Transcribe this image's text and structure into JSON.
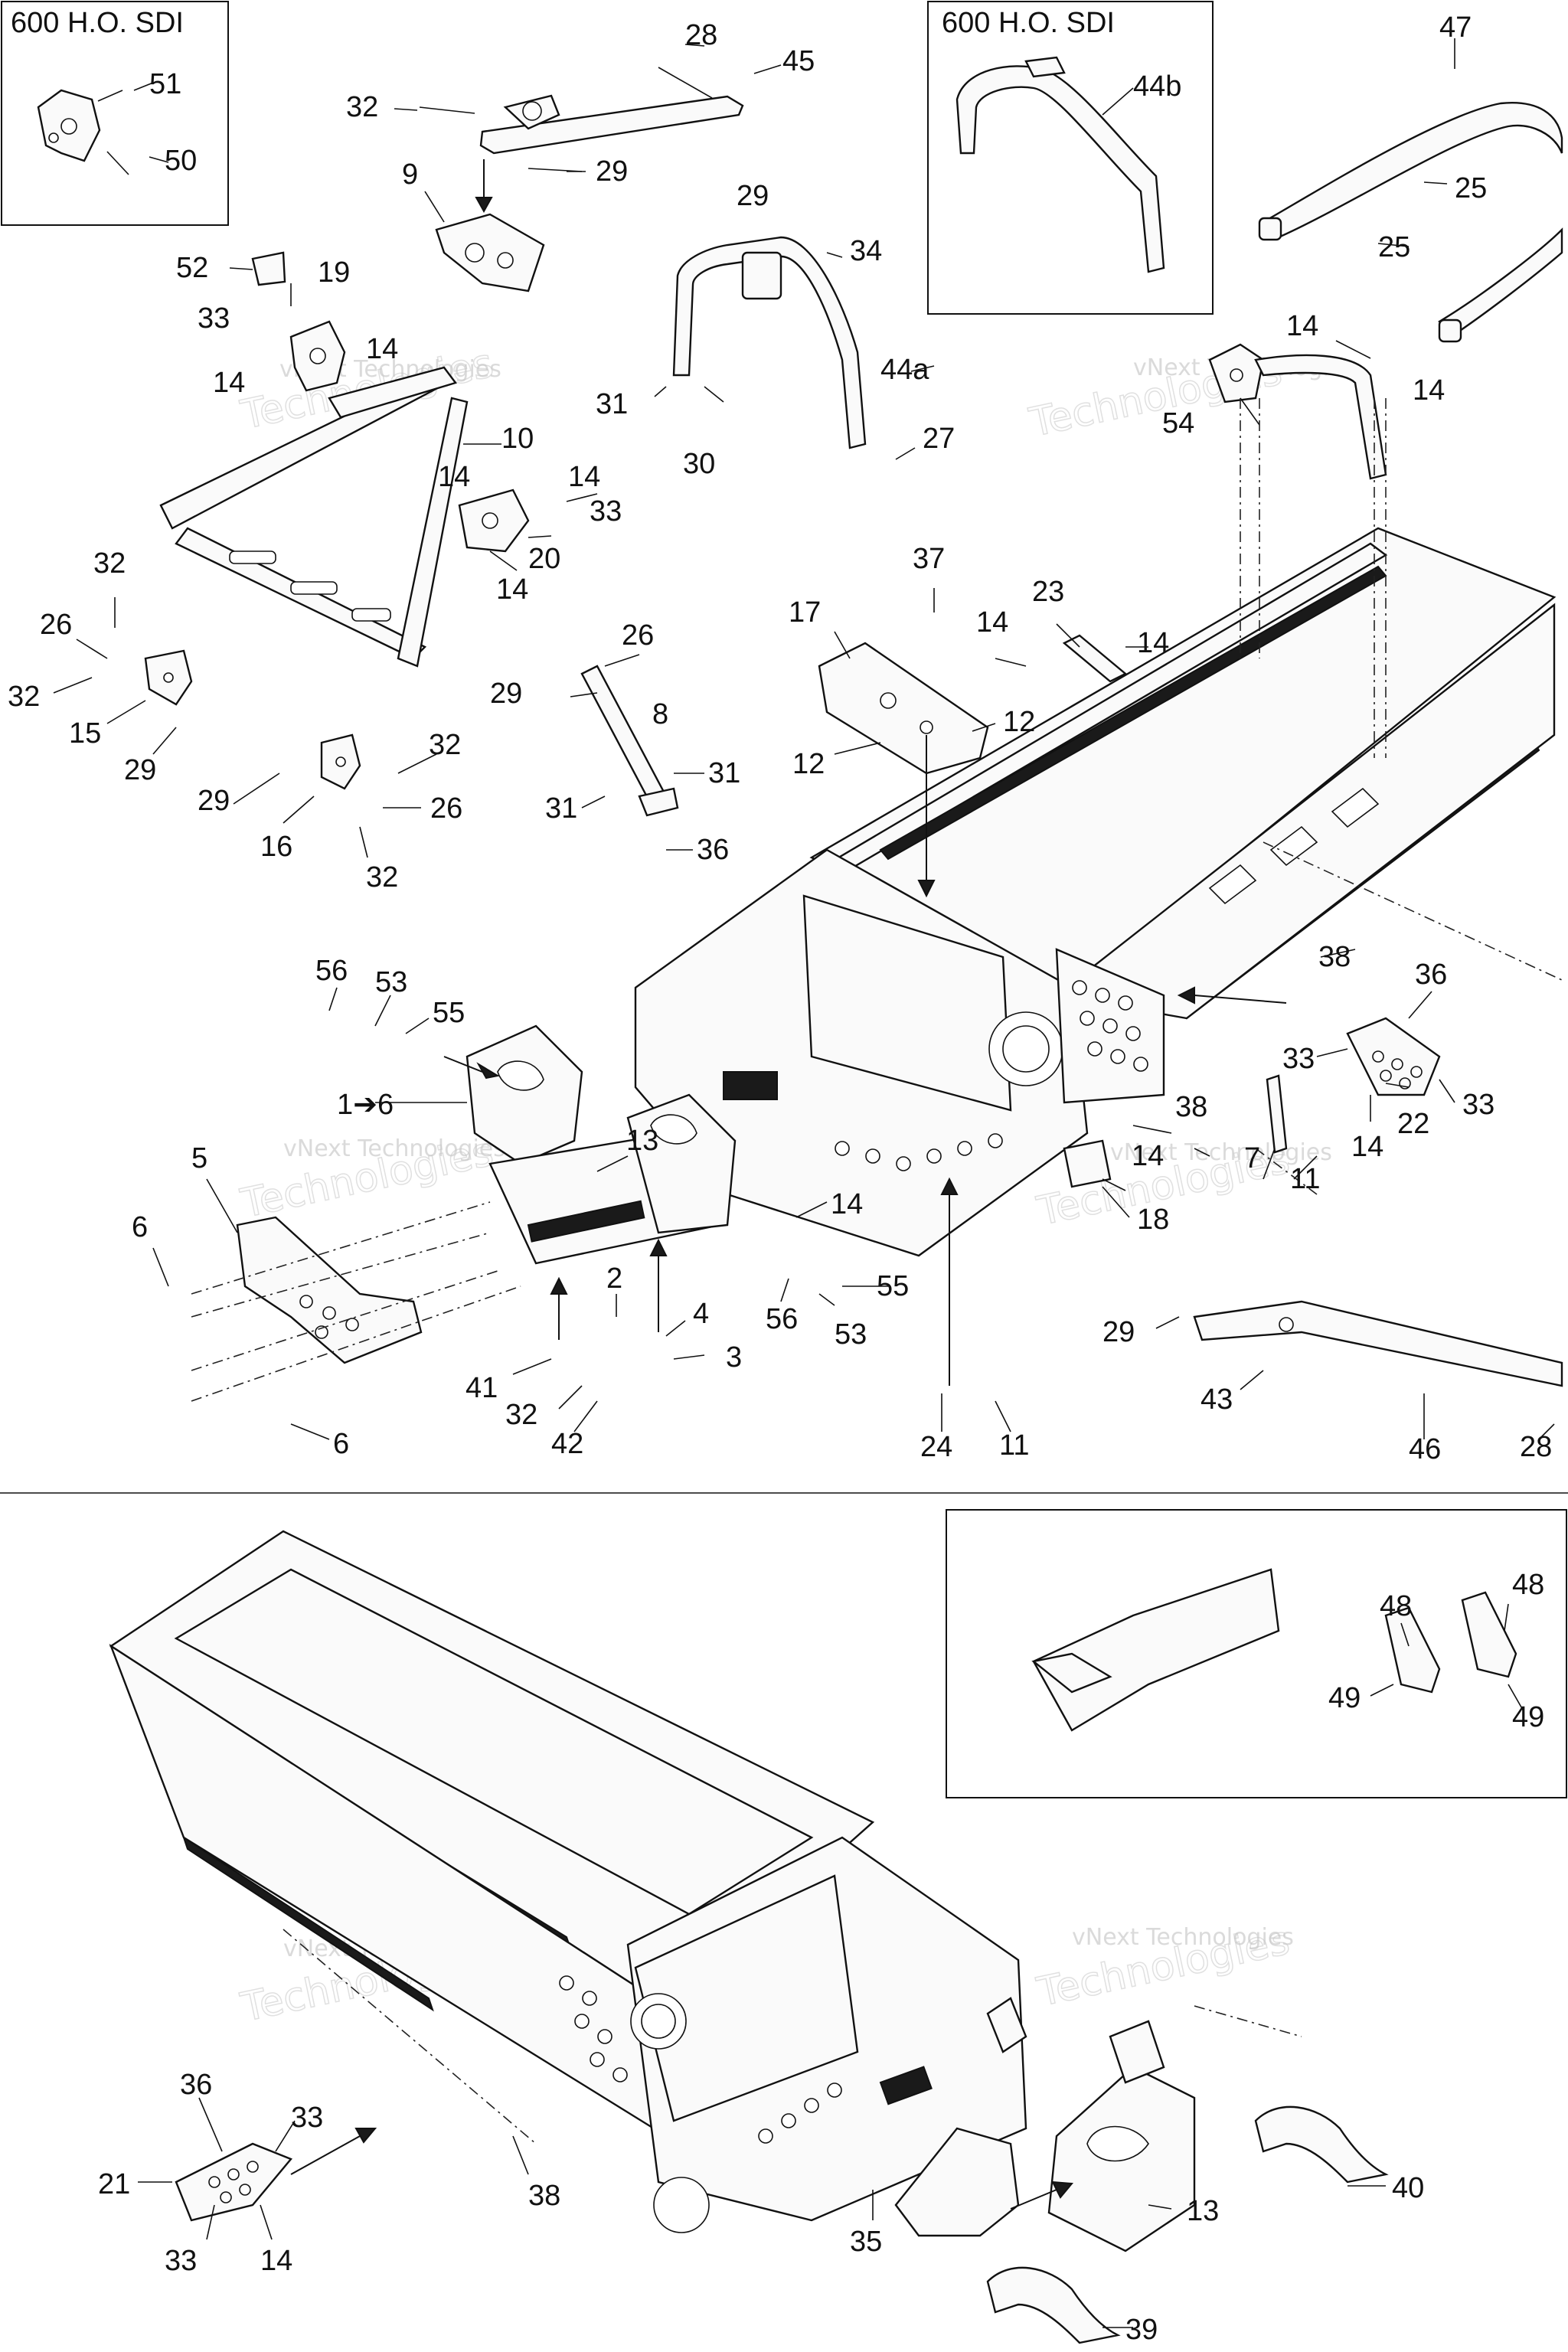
{
  "insets": {
    "top_left_title": "600 H.O. SDI",
    "top_center_title": "600 H.O. SDI"
  },
  "watermark": {
    "small": "vNext Technologies",
    "large": "Technologies"
  },
  "callouts": [
    {
      "id": "c51",
      "text": "51"
    },
    {
      "id": "c50",
      "text": "50"
    },
    {
      "id": "c28a",
      "text": "28"
    },
    {
      "id": "c45",
      "text": "45"
    },
    {
      "id": "c32a",
      "text": "32"
    },
    {
      "id": "c29a",
      "text": "29"
    },
    {
      "id": "c9",
      "text": "9"
    },
    {
      "id": "c44b",
      "text": "44b"
    },
    {
      "id": "c47",
      "text": "47"
    },
    {
      "id": "c25a",
      "text": "25"
    },
    {
      "id": "c25b",
      "text": "25"
    },
    {
      "id": "c52",
      "text": "52"
    },
    {
      "id": "c19",
      "text": "19"
    },
    {
      "id": "c33a",
      "text": "33"
    },
    {
      "id": "c14a",
      "text": "14"
    },
    {
      "id": "c14b",
      "text": "14"
    },
    {
      "id": "c29b",
      "text": "29"
    },
    {
      "id": "c34",
      "text": "34"
    },
    {
      "id": "c44a",
      "text": "44a"
    },
    {
      "id": "c31a",
      "text": "31"
    },
    {
      "id": "c30",
      "text": "30"
    },
    {
      "id": "c27",
      "text": "27"
    },
    {
      "id": "c14c",
      "text": "14"
    },
    {
      "id": "c14d",
      "text": "14"
    },
    {
      "id": "c54",
      "text": "54"
    },
    {
      "id": "c10",
      "text": "10"
    },
    {
      "id": "c14e",
      "text": "14"
    },
    {
      "id": "c14f",
      "text": "14"
    },
    {
      "id": "c33b",
      "text": "33"
    },
    {
      "id": "c20",
      "text": "20"
    },
    {
      "id": "c14g",
      "text": "14"
    },
    {
      "id": "c32b",
      "text": "32"
    },
    {
      "id": "c26a",
      "text": "26"
    },
    {
      "id": "c32c",
      "text": "32"
    },
    {
      "id": "c15",
      "text": "15"
    },
    {
      "id": "c29c",
      "text": "29"
    },
    {
      "id": "c37",
      "text": "37"
    },
    {
      "id": "c17",
      "text": "17"
    },
    {
      "id": "c23",
      "text": "23"
    },
    {
      "id": "c14h",
      "text": "14"
    },
    {
      "id": "c14i",
      "text": "14"
    },
    {
      "id": "c26b",
      "text": "26"
    },
    {
      "id": "c29d",
      "text": "29"
    },
    {
      "id": "c8",
      "text": "8"
    },
    {
      "id": "c12a",
      "text": "12"
    },
    {
      "id": "c12b",
      "text": "12"
    },
    {
      "id": "c32d",
      "text": "32"
    },
    {
      "id": "c29e",
      "text": "29"
    },
    {
      "id": "c26c",
      "text": "26"
    },
    {
      "id": "c16",
      "text": "16"
    },
    {
      "id": "c32e",
      "text": "32"
    },
    {
      "id": "c31b",
      "text": "31"
    },
    {
      "id": "c31c",
      "text": "31"
    },
    {
      "id": "c36a",
      "text": "36"
    },
    {
      "id": "c56a",
      "text": "56"
    },
    {
      "id": "c53a",
      "text": "53"
    },
    {
      "id": "c55a",
      "text": "55"
    },
    {
      "id": "c38a",
      "text": "38"
    },
    {
      "id": "c36b",
      "text": "36"
    },
    {
      "id": "c33c",
      "text": "33"
    },
    {
      "id": "c33d",
      "text": "33"
    },
    {
      "id": "c22",
      "text": "22"
    },
    {
      "id": "c14j",
      "text": "14"
    },
    {
      "id": "c1to6",
      "text": "1➔6"
    },
    {
      "id": "c13a",
      "text": "13"
    },
    {
      "id": "c38b",
      "text": "38"
    },
    {
      "id": "c14k",
      "text": "14"
    },
    {
      "id": "c7",
      "text": "7"
    },
    {
      "id": "c11a",
      "text": "11"
    },
    {
      "id": "c5",
      "text": "5"
    },
    {
      "id": "c14l",
      "text": "14"
    },
    {
      "id": "c18",
      "text": "18"
    },
    {
      "id": "c6a",
      "text": "6"
    },
    {
      "id": "c2",
      "text": "2"
    },
    {
      "id": "c55b",
      "text": "55"
    },
    {
      "id": "c56b",
      "text": "56"
    },
    {
      "id": "c4",
      "text": "4"
    },
    {
      "id": "c53b",
      "text": "53"
    },
    {
      "id": "c29f",
      "text": "29"
    },
    {
      "id": "c3",
      "text": "3"
    },
    {
      "id": "c41",
      "text": "41"
    },
    {
      "id": "c43",
      "text": "43"
    },
    {
      "id": "c32f",
      "text": "32"
    },
    {
      "id": "c42",
      "text": "42"
    },
    {
      "id": "c6b",
      "text": "6"
    },
    {
      "id": "c24",
      "text": "24"
    },
    {
      "id": "c11b",
      "text": "11"
    },
    {
      "id": "c46",
      "text": "46"
    },
    {
      "id": "c28b",
      "text": "28"
    },
    {
      "id": "c48a",
      "text": "48"
    },
    {
      "id": "c48b",
      "text": "48"
    },
    {
      "id": "c49a",
      "text": "49"
    },
    {
      "id": "c49b",
      "text": "49"
    },
    {
      "id": "c36c",
      "text": "36"
    },
    {
      "id": "c33e",
      "text": "33"
    },
    {
      "id": "c21",
      "text": "21"
    },
    {
      "id": "c33f",
      "text": "33"
    },
    {
      "id": "c14m",
      "text": "14"
    },
    {
      "id": "c38c",
      "text": "38"
    },
    {
      "id": "c35",
      "text": "35"
    },
    {
      "id": "c13b",
      "text": "13"
    },
    {
      "id": "c40",
      "text": "40"
    },
    {
      "id": "c39",
      "text": "39"
    }
  ]
}
